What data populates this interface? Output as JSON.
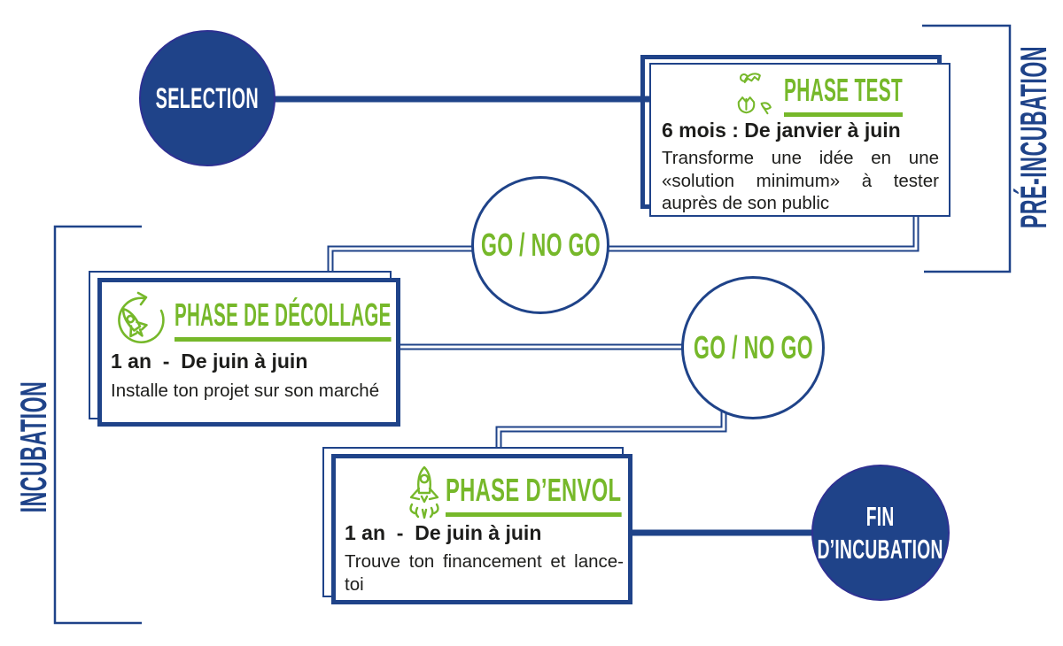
{
  "colors": {
    "blue": "#1f4389",
    "circle_border": "#2e3192",
    "green": "#76b82a",
    "text": "#1d1d1b",
    "background": "#ffffff"
  },
  "side_labels": {
    "pre_incubation": "PRÉ-INCUBATION",
    "incubation": "INCUBATION"
  },
  "circles": {
    "selection": {
      "label": "SELECTION"
    },
    "go_no_go_1": {
      "label": "GO / NO GO"
    },
    "go_no_go_2": {
      "label": "GO / NO GO"
    },
    "fin_incubation": {
      "label_line1": "FIN",
      "label_line2": "D’INCUBATION"
    }
  },
  "phases": {
    "test": {
      "title": "PHASE TEST",
      "icon": "hatching-egg-icon",
      "duration": "6 mois : De janvier à juin",
      "description": "Transforme une idée en une «solution minimum» à tester auprès de son public"
    },
    "decollage": {
      "title": "PHASE DE DÉCOLLAGE",
      "icon": "rocket-orbit-icon",
      "duration": "1 an  -  De juin à juin",
      "description": "Installe ton projet sur son marché"
    },
    "envol": {
      "title": "PHASE D’ENVOL",
      "icon": "rocket-launch-icon",
      "duration": "1 an  -  De juin à juin",
      "description": "Trouve ton financement et lance-toi"
    }
  }
}
